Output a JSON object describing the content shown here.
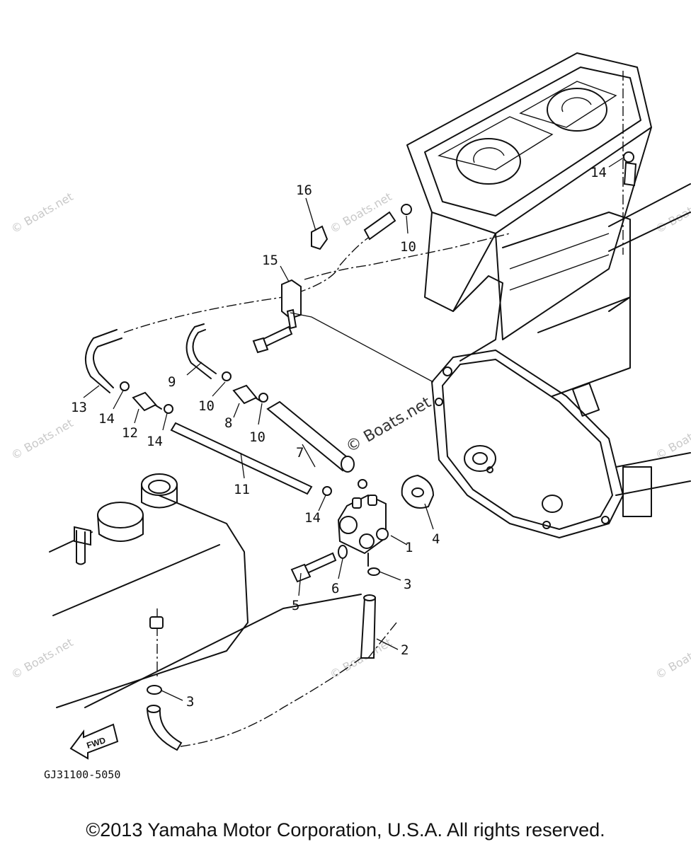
{
  "diagram": {
    "callouts": [
      "1",
      "2",
      "3",
      "3",
      "4",
      "5",
      "6",
      "7",
      "8",
      "9",
      "10",
      "10",
      "10",
      "11",
      "12",
      "13",
      "14",
      "14",
      "14",
      "14",
      "15",
      "16"
    ],
    "diagram_code": "GJ31100-5050",
    "fwd_label": "FWD",
    "watermark": "© Boats.net",
    "watermark_large": "© Boats.net"
  },
  "footer": {
    "copyright": "©2013 Yamaha Motor Corporation, U.S.A. All rights reserved."
  }
}
